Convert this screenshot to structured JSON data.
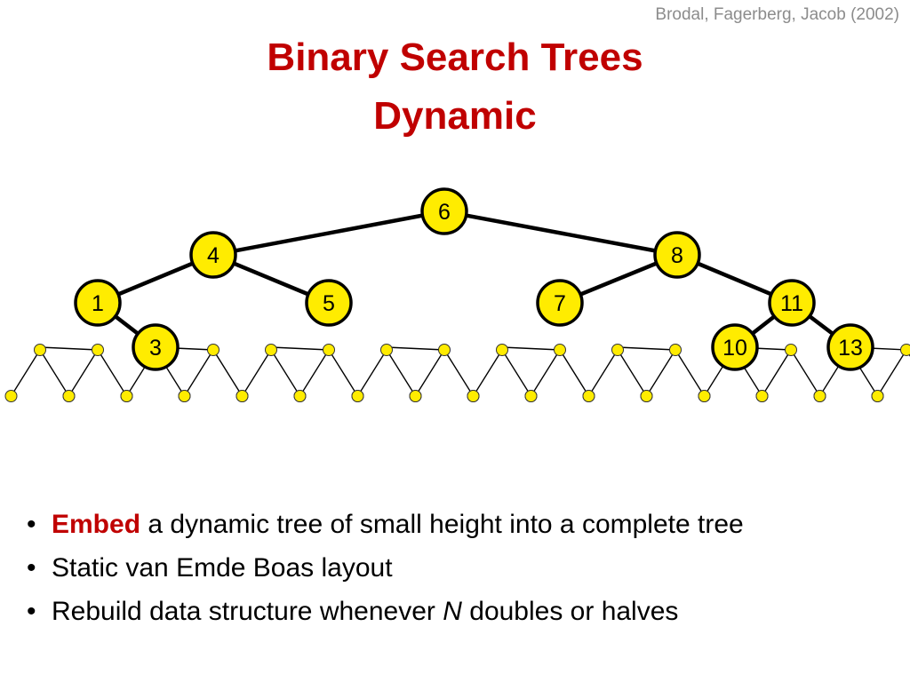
{
  "citation": "Brodal, Fagerberg, Jacob (2002)",
  "title_line1": "Binary Search Trees",
  "title_line2": "Dynamic",
  "bullets": [
    {
      "emph": "Embed",
      "text": " a dynamic tree of small height into a complete tree"
    },
    {
      "text": "Static van Emde Boas layout"
    },
    {
      "before": "Rebuild data structure whenever ",
      "var": "N",
      "after": " doubles or halves"
    }
  ],
  "tree": {
    "nodes": [
      "6",
      "4",
      "8",
      "1",
      "5",
      "7",
      "11",
      "3",
      "10",
      "13"
    ],
    "edges": [
      [
        "6",
        "4"
      ],
      [
        "6",
        "8"
      ],
      [
        "4",
        "1"
      ],
      [
        "4",
        "5"
      ],
      [
        "8",
        "7"
      ],
      [
        "8",
        "11"
      ],
      [
        "1",
        "3"
      ],
      [
        "11",
        "10"
      ],
      [
        "11",
        "13"
      ]
    ]
  },
  "colors": {
    "title": "#c00000",
    "node_fill": "#ffec00",
    "edge": "#000000",
    "citation": "#8c8c8c"
  }
}
